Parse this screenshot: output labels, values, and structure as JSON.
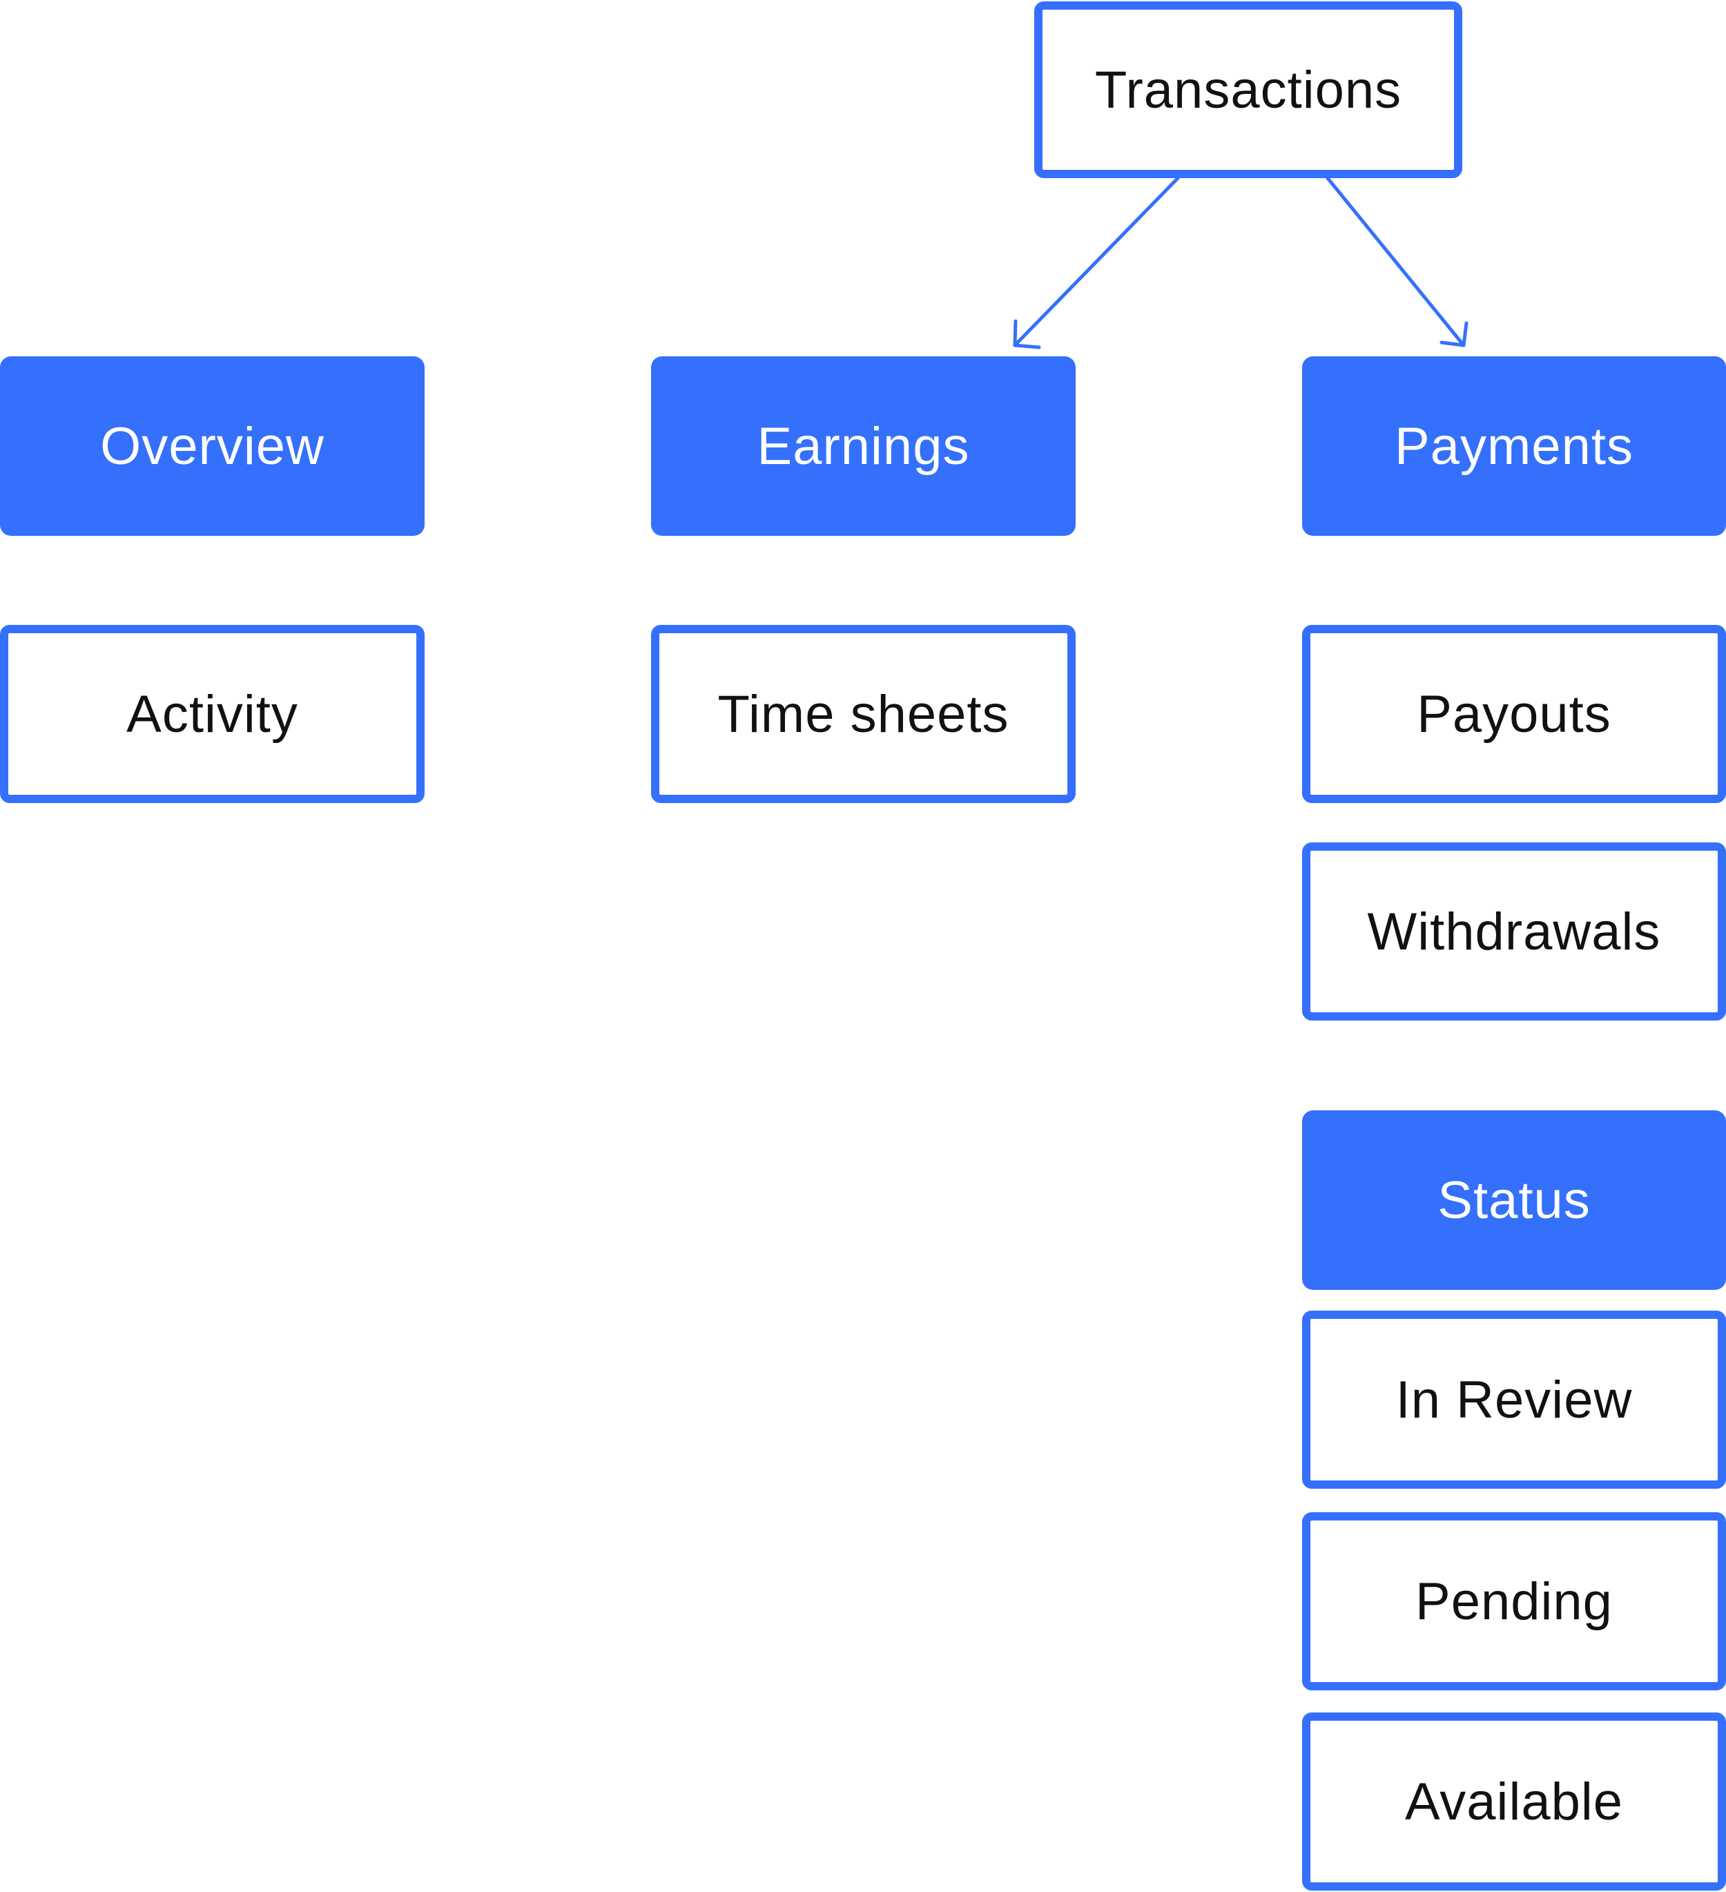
{
  "colors": {
    "accent": "#3470FC",
    "filled_text": "#ffffff",
    "outlined_text": "#111111",
    "background": "#ffffff"
  },
  "nodes": {
    "transactions": "Transactions",
    "overview": "Overview",
    "earnings": "Earnings",
    "payments": "Payments",
    "activity": "Activity",
    "time_sheets": "Time sheets",
    "payouts": "Payouts",
    "withdrawals": "Withdrawals",
    "status": "Status",
    "in_review": "In Review",
    "pending": "Pending",
    "available": "Available"
  },
  "edges": [
    {
      "from": "Transactions",
      "to": "Earnings"
    },
    {
      "from": "Transactions",
      "to": "Payments"
    }
  ]
}
